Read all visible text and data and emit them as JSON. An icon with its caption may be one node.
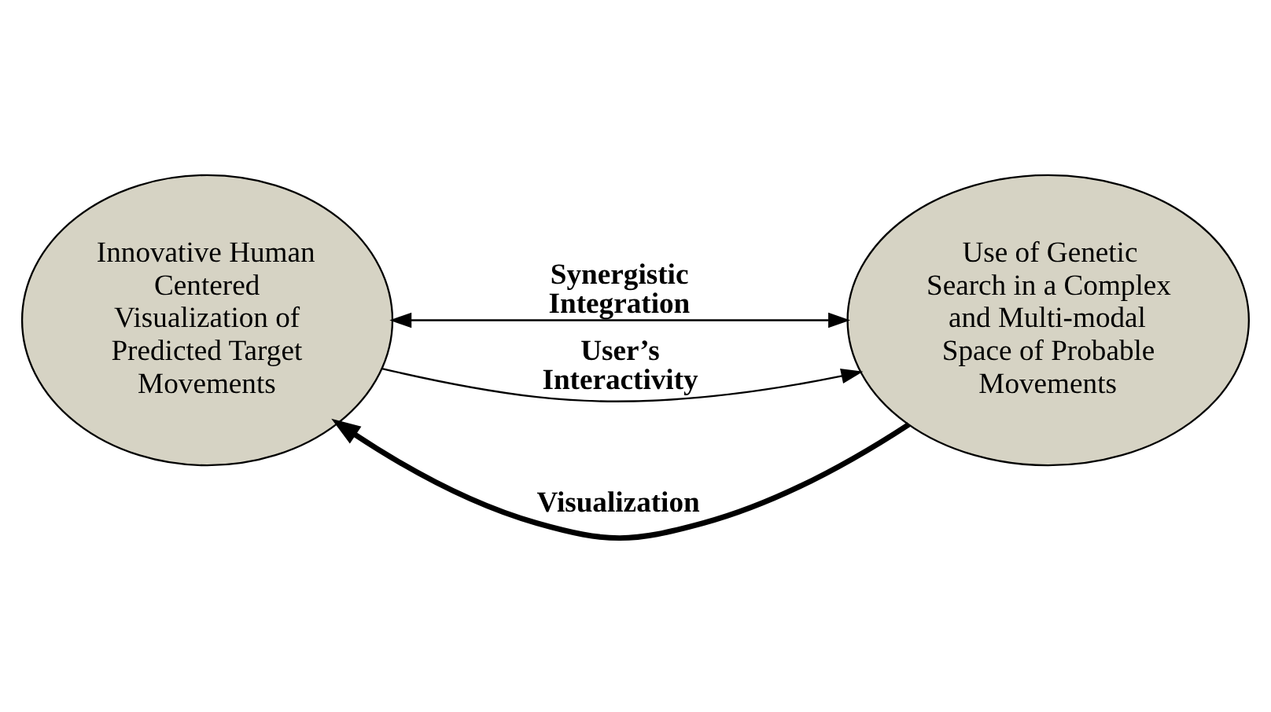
{
  "diagram": {
    "nodes": [
      {
        "text": [
          "Innovative Human Centered Visualization of Predicted Target Movements"
        ]
      },
      {
        "text": [
          "Use of Genetic Search in a Complex and Multi-modal Space of Probable Movements"
        ]
      }
    ],
    "edges": [
      {
        "from": 0,
        "to": 1,
        "arrow": "both",
        "label": "Synergistic Integration"
      },
      {
        "from": 1,
        "to": 0,
        "arrow": "to",
        "label": "Visualization",
        "style": "thick"
      },
      {
        "from": 0,
        "to": 1,
        "arrow": "to",
        "label": "User’s Interactivity"
      }
    ]
  }
}
